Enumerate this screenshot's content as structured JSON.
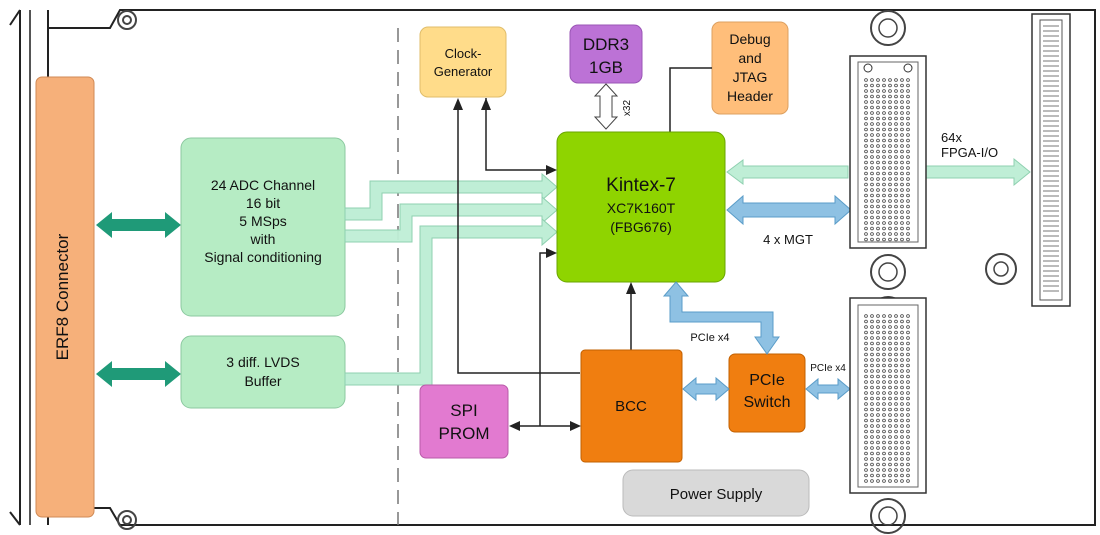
{
  "blocks": {
    "erf8": "ERF8 Connector",
    "adc": [
      "24 ADC Channel",
      "16 bit",
      "5 MSps",
      "with",
      "Signal conditioning"
    ],
    "lvds": [
      "3 diff. LVDS",
      "Buffer"
    ],
    "clock": [
      "Clock-",
      "Generator"
    ],
    "ddr": [
      "DDR3",
      "1GB"
    ],
    "debug": [
      "Debug",
      "and",
      "JTAG",
      "Header"
    ],
    "fpga": [
      "Kintex-7",
      "XC7K160T",
      "(FBG676)"
    ],
    "spi": [
      "SPI",
      "PROM"
    ],
    "bcc": "BCC",
    "pcie_switch": [
      "PCIe",
      "Switch"
    ],
    "power": "Power Supply"
  },
  "labels": {
    "x32": "x32",
    "io_count": "64x",
    "io_name": "FPGA-I/O",
    "mgt": "4 x MGT",
    "pcie_a": "PCIe x4",
    "pcie_b": "PCIe x4"
  },
  "colors": {
    "fpga": "#8fd400",
    "adc": "#b6ecc4",
    "clock": "#ffdc8a",
    "ddr": "#bc72d6",
    "debug": "#ffbe7a",
    "spi": "#e27ad0",
    "bcc": "#f07e10",
    "connector": "#f6b07a",
    "arrow_green": "#1f9a78",
    "arrow_light": "#bfeed6",
    "arrow_blue": "#8ec1e3",
    "power": "#d9d9d9"
  }
}
